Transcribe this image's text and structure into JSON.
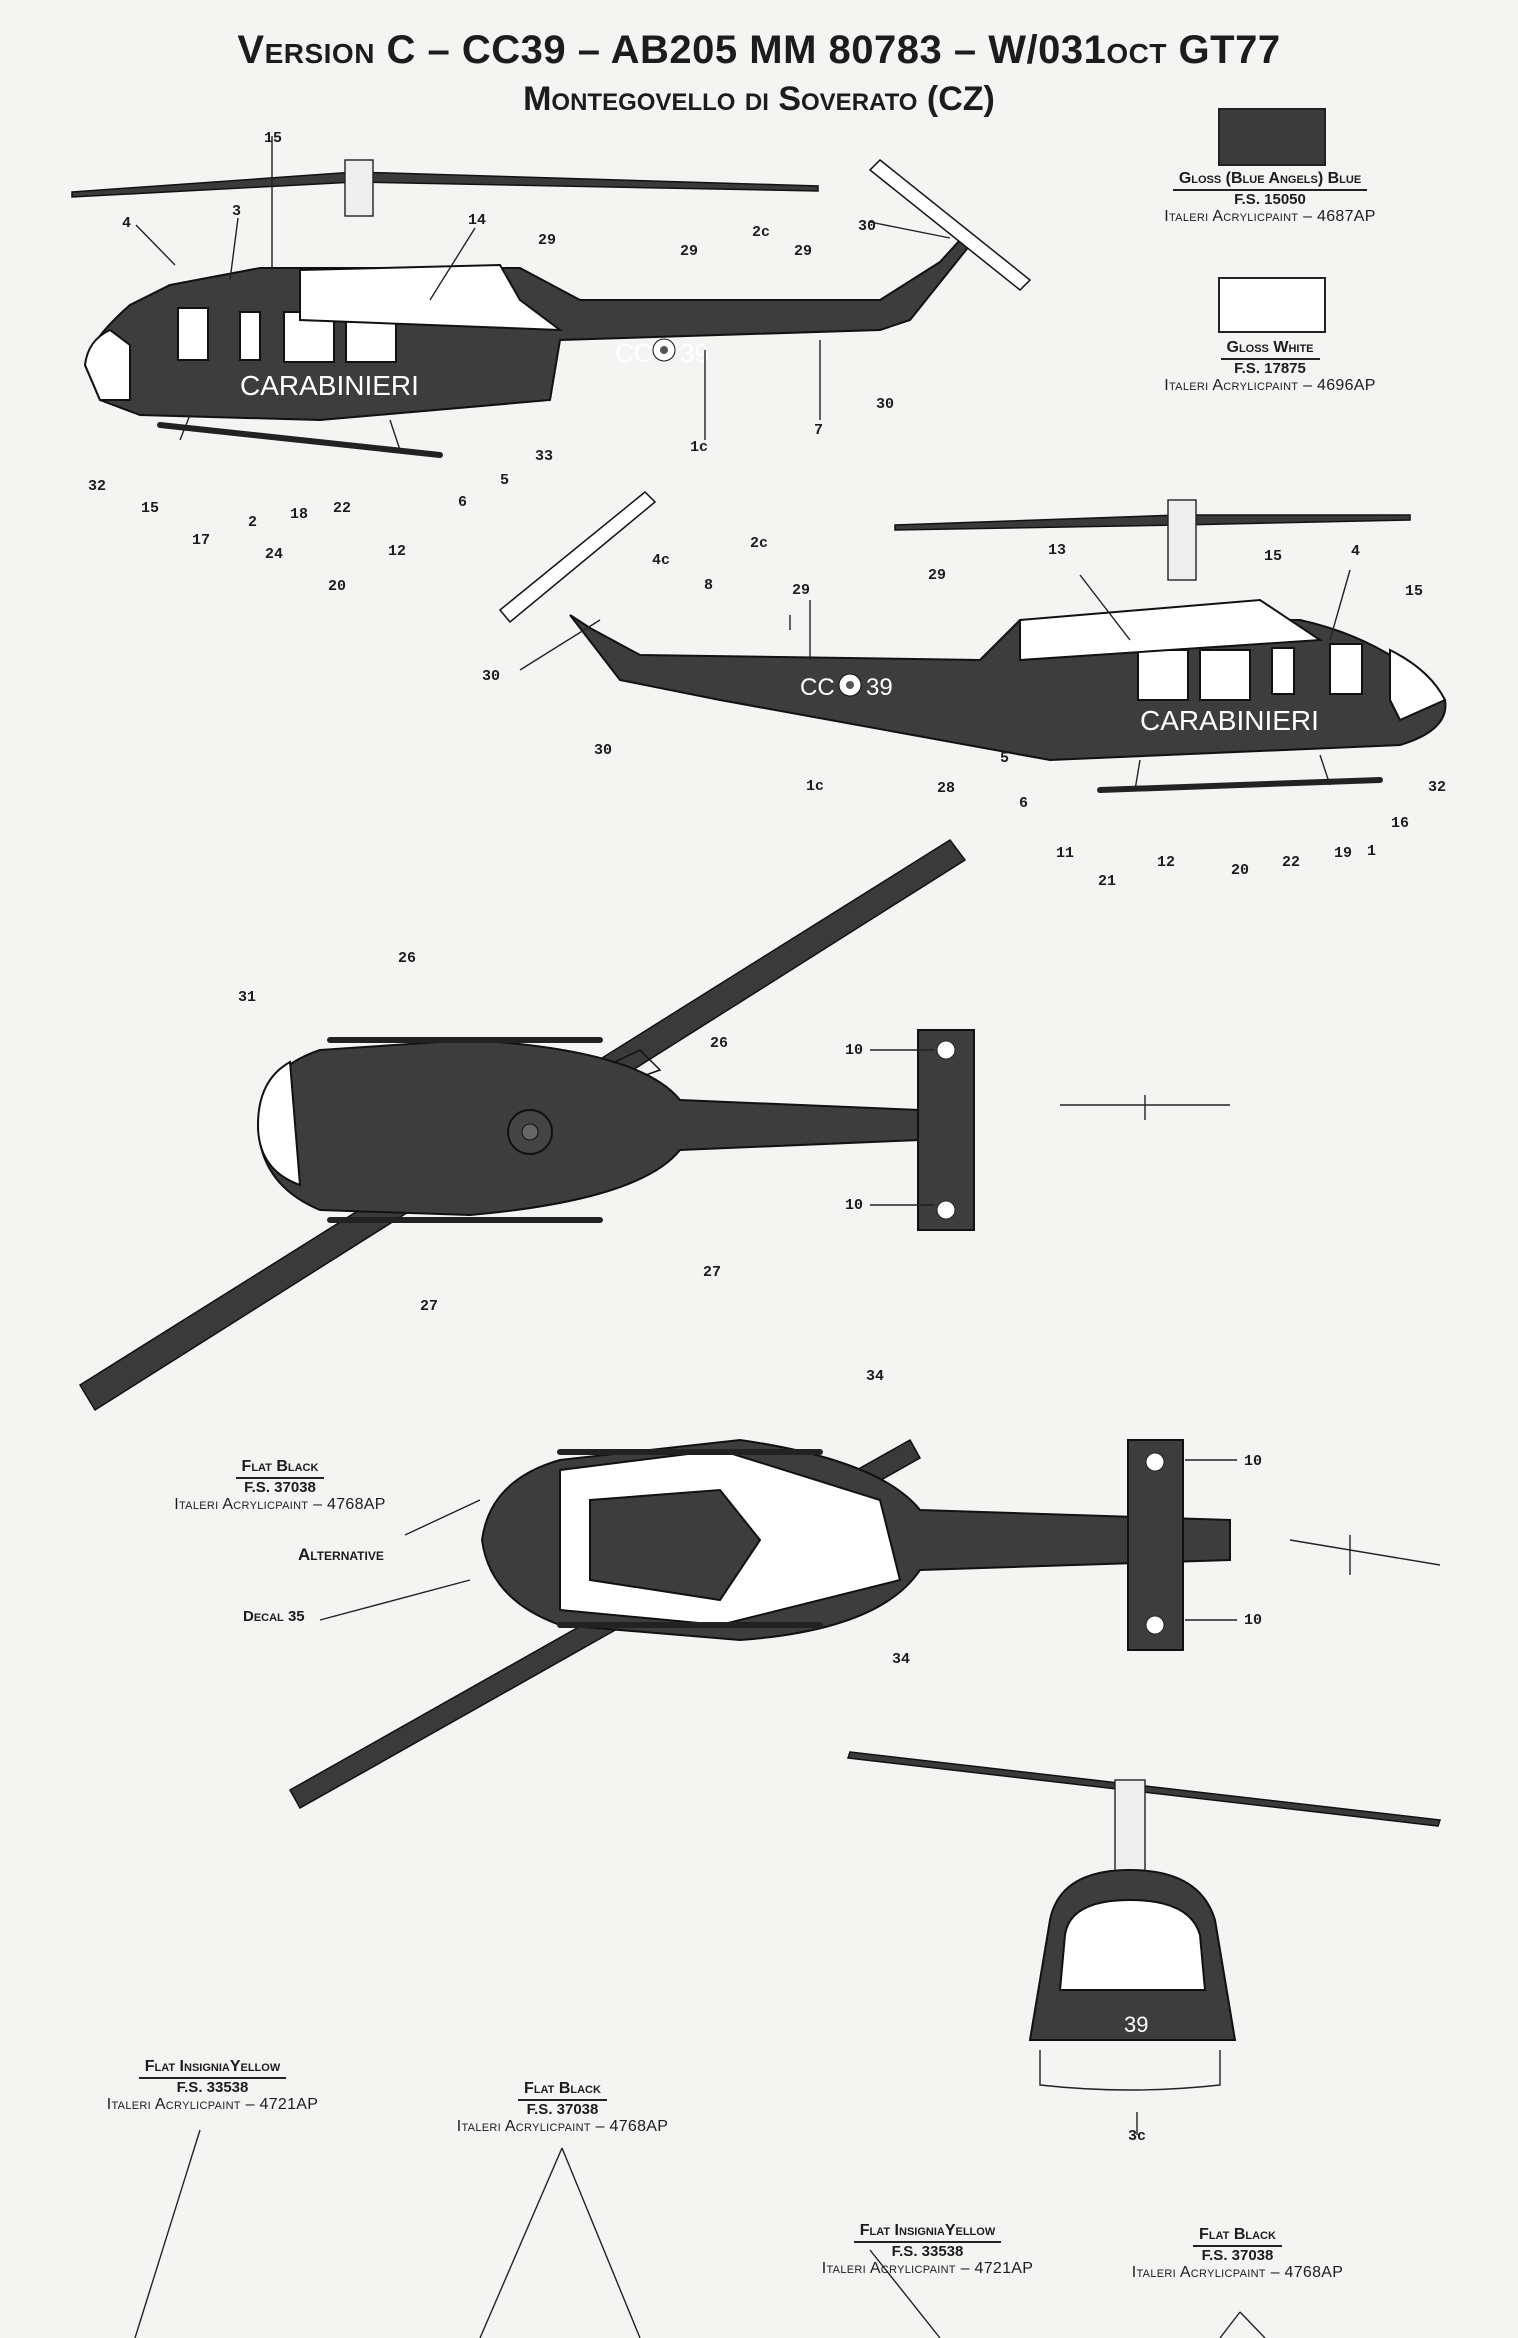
{
  "header": {
    "title": "Version C – CC39 – AB205 MM 80783 – W/031oct GT77",
    "subtitle": "Montegovello di Soverato (CZ)"
  },
  "paints": {
    "blue": {
      "name": "Gloss (Blue Angels) Blue",
      "fs": "F.S. 15050",
      "brand": "Italeri Acrylicpaint – 4687AP",
      "color": "#3b3b3b"
    },
    "white": {
      "name": "Gloss White",
      "fs": "F.S. 17875",
      "brand": "Italeri Acrylicpaint – 4696AP",
      "color": "#ffffff"
    },
    "black_mid": {
      "name": "Flat Black",
      "fs": "F.S. 37038",
      "brand": "Italeri Acrylicpaint – 4768AP"
    },
    "yellow_left": {
      "name": "Flat InsigniaYellow",
      "fs": "F.S. 33538",
      "brand": "Italeri Acrylicpaint – 4721AP"
    },
    "black_left": {
      "name": "Flat Black",
      "fs": "F.S. 37038",
      "brand": "Italeri Acrylicpaint – 4768AP"
    },
    "yellow_right": {
      "name": "Flat InsigniaYellow",
      "fs": "F.S. 33538",
      "brand": "Italeri Acrylicpaint – 4721AP"
    },
    "black_right": {
      "name": "Flat Black",
      "fs": "F.S. 37038",
      "brand": "Italeri Acrylicpaint – 4768AP"
    }
  },
  "notes": {
    "alternative": "Alternative",
    "decal35": "Decal 35"
  },
  "markings": {
    "carabinieri": "CARABINIERI",
    "cc": "CC",
    "num": "39"
  },
  "callouts": {
    "side1": [
      "15",
      "4",
      "3",
      "14",
      "29",
      "29",
      "2c",
      "29",
      "30",
      "32",
      "15",
      "17",
      "2",
      "24",
      "18",
      "20",
      "22",
      "12",
      "6",
      "5",
      "33",
      "1c",
      "7",
      "30"
    ],
    "side2": [
      "13",
      "15",
      "4",
      "15",
      "4c",
      "8",
      "2c",
      "29",
      "29",
      "30",
      "30",
      "1c",
      "28",
      "5",
      "6",
      "11",
      "21",
      "12",
      "20",
      "22",
      "19",
      "1",
      "16",
      "32"
    ],
    "top": [
      "26",
      "31",
      "26",
      "10",
      "10",
      "27",
      "27"
    ],
    "bottom": [
      "34",
      "10",
      "10",
      "34"
    ],
    "front": [
      "3c"
    ]
  }
}
